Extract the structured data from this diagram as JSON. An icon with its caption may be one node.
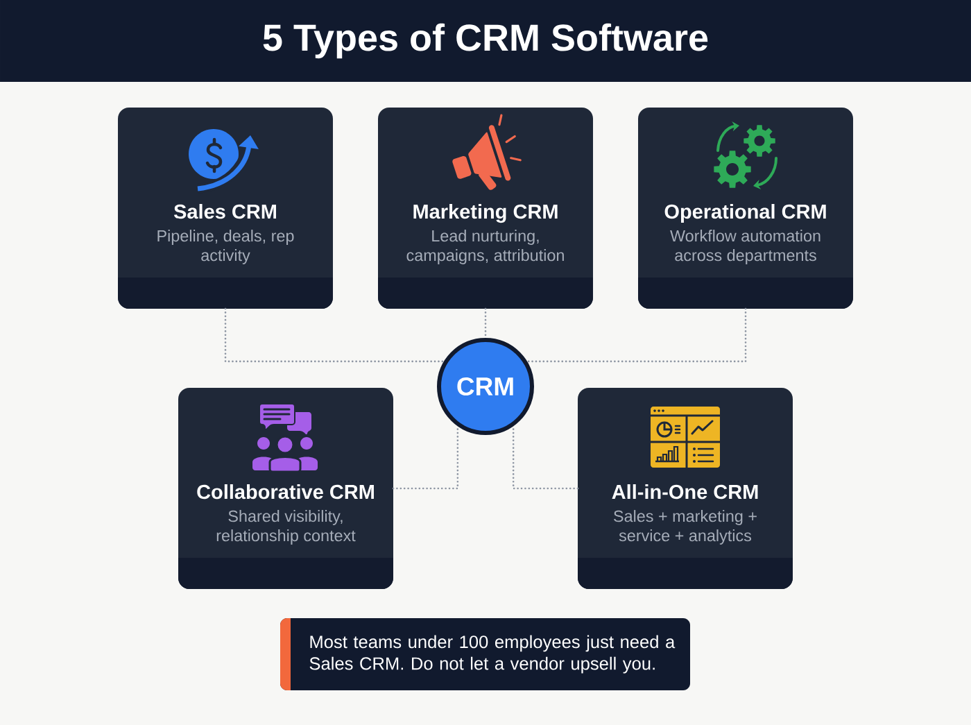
{
  "diagram": {
    "title": "5 Types of CRM Software",
    "nodes": [
      {
        "text": [
          "Sales CRM",
          "Pipeline, deals, rep activity"
        ]
      },
      {
        "text": [
          "Marketing CRM",
          "Lead nurturing, campaigns, attribution"
        ]
      },
      {
        "text": [
          "Operational CRM",
          "Workflow automation across departments"
        ]
      },
      {
        "text": [
          "CRM"
        ]
      },
      {
        "text": [
          "Collaborative CRM",
          "Shared visibility, relationship context"
        ]
      },
      {
        "text": [
          "All-in-One CRM",
          "Sales + marketing + service + analytics"
        ]
      },
      {
        "text": [
          "Most teams under 100 employees just need a Sales CRM. Do not let a vendor upsell you."
        ]
      }
    ],
    "edges": [
      {
        "from": 0,
        "to": 3,
        "arrow": "none"
      },
      {
        "from": 1,
        "to": 3,
        "arrow": "none"
      },
      {
        "from": 2,
        "to": 3,
        "arrow": "none"
      },
      {
        "from": 4,
        "to": 3,
        "arrow": "none"
      },
      {
        "from": 5,
        "to": 3,
        "arrow": "none"
      }
    ]
  }
}
